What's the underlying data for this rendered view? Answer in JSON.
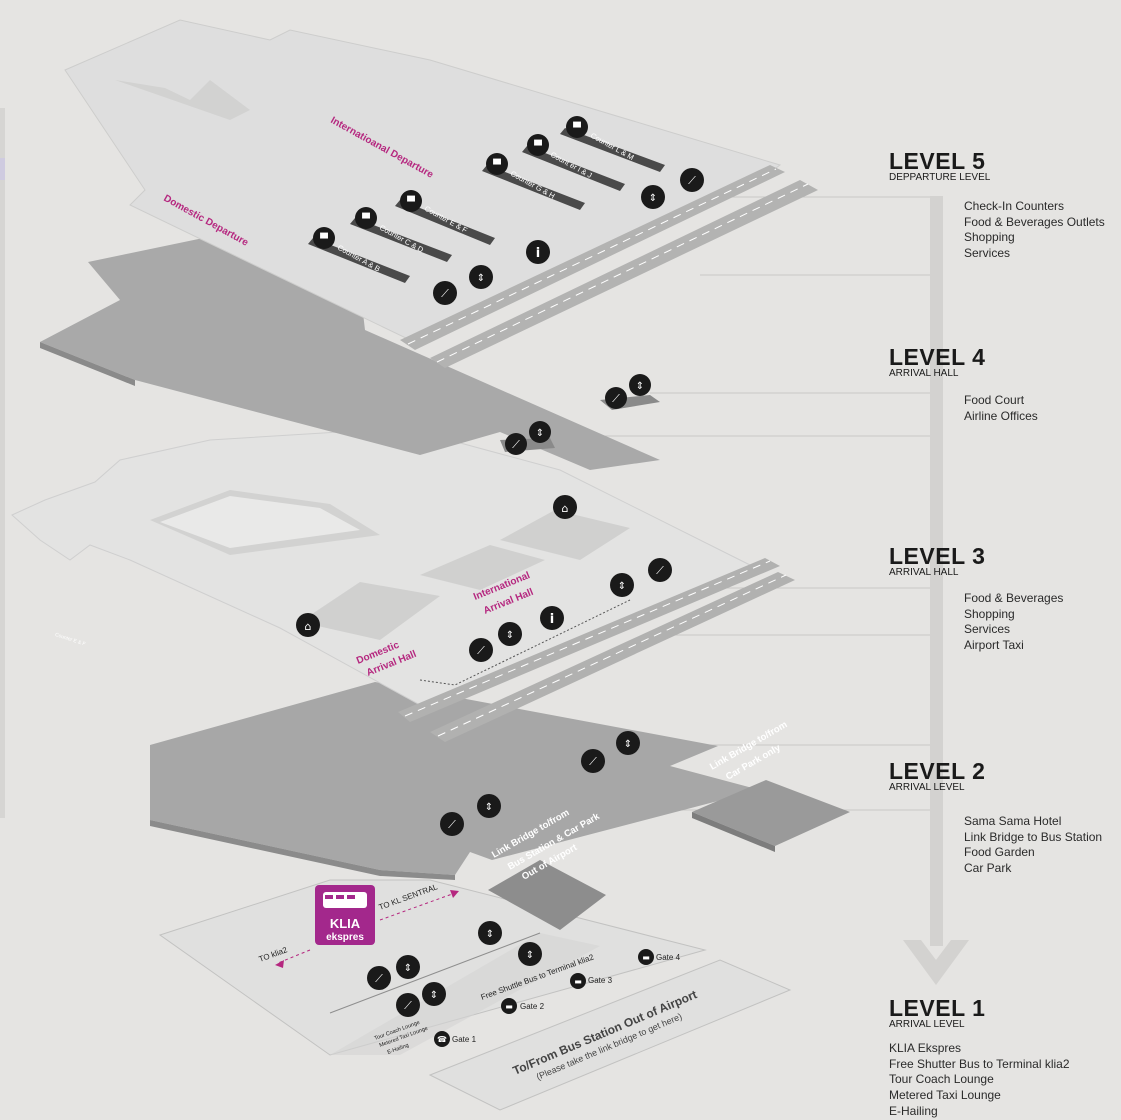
{
  "levels": [
    {
      "title": "LEVEL 5",
      "subtitle": "DEPPARTURE LEVEL",
      "items": [
        "Check-In Counters",
        "Food & Beverages Outlets",
        "Shopping",
        "Services"
      ]
    },
    {
      "title": "LEVEL 4",
      "subtitle": "ARRIVAL HALL",
      "items": [
        "Food Court",
        "Airline Offices"
      ]
    },
    {
      "title": "LEVEL 3",
      "subtitle": "ARRIVAL HALL",
      "items": [
        "Food & Beverages",
        "Shopping",
        "Services",
        "Airport Taxi"
      ]
    },
    {
      "title": "LEVEL 2",
      "subtitle": "ARRIVAL LEVEL",
      "items": [
        "Sama Sama Hotel",
        "Link Bridge to Bus Station",
        "Food Garden",
        "Car Park"
      ]
    },
    {
      "title": "LEVEL 1",
      "subtitle": "ARRIVAL LEVEL",
      "items": [
        "KLIA Ekspres",
        "Free Shutter Bus to Terminal klia2",
        "Tour Coach Lounge",
        "Metered Taxi Lounge",
        "E-Hailing"
      ]
    }
  ],
  "map_labels": {
    "intl_departure": "Internatioanal Departure",
    "dom_departure": "Domestic Departure",
    "counter_lm": "Counter L & M",
    "counter_ij": "Count er I & J",
    "counter_gh": "Counter G & H",
    "counter_ef": "Counter E & F",
    "counter_cd": "Counter C & D",
    "counter_ab": "Counter A & B",
    "intl_arrival_1": "International",
    "intl_arrival_2": "Arrival Hall",
    "dom_arrival_1": "Domestic",
    "dom_arrival_2": "Arrival Hall",
    "link_carpark_1": "Link Bridge to/from",
    "link_carpark_2": "Car Park only",
    "link_bus_1": "Link Bridge to/from",
    "link_bus_2": "Bus Station & Car Park",
    "link_bus_3": "Out of Airport",
    "to_kl_sentral": "TO KL SENTRAL",
    "to_klia2": "TO klia2",
    "free_shuttle": "Free Shuttle Bus to Terminal klia2",
    "gate1": "Gate 1",
    "gate2": "Gate 2",
    "gate3": "Gate 3",
    "gate4": "Gate 4",
    "lounge_1": "Tour Coach Lounge",
    "lounge_2": "Metered Taxi Lounge",
    "lounge_3": "E-Hailing",
    "bus_station_1": "To/From Bus Station Out of Airport",
    "bus_station_2": "(Please take the link bridge to get here)",
    "side_note": "Counter E & F"
  },
  "logo": {
    "line1": "KLIA",
    "line2": "ekspres",
    "color": "#a3288c"
  },
  "colors": {
    "accent": "#b5277f",
    "floor_light": "#dcdcdb",
    "floor_dark": "#a8a8a8",
    "road": "#b3b3b2",
    "icon": "#1a1a1a"
  },
  "icons": [
    "check-in-counter-icon",
    "escalator-icon",
    "lift-icon",
    "information-icon",
    "surau-icon",
    "bus-icon",
    "taxi-icon"
  ]
}
